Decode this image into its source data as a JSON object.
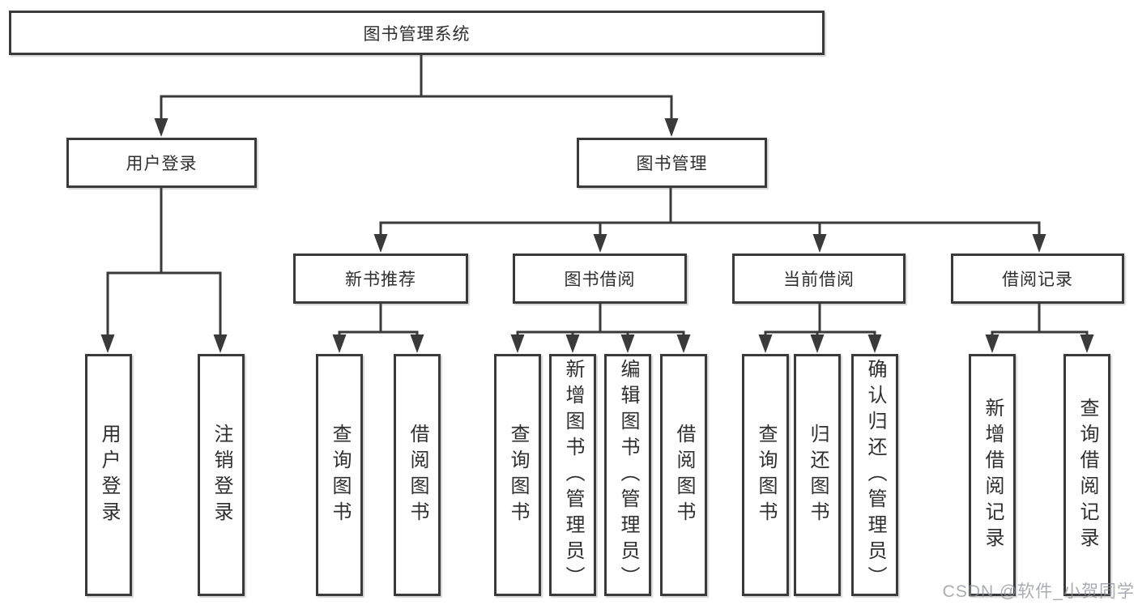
{
  "nodes": {
    "root": "图书管理系统",
    "user_login": "用户登录",
    "book_management": "图书管理",
    "new_book_recommend": "新书推荐",
    "book_borrow": "图书借阅",
    "current_borrow": "当前借阅",
    "borrow_records": "借阅记录"
  },
  "leaves": [
    "用户登录",
    "注销登录",
    "查询图书",
    "借阅图书",
    "查询图书",
    "新增图书（管理员）",
    "编辑图书（管理员）",
    "借阅图书",
    "查询图书",
    "归还图书",
    "确认归还（管理员）",
    "新增借阅记录",
    "查询借阅记录"
  ],
  "watermark": "CSDN @软件_小贺同学",
  "colors": {
    "line": "#3a3a3a",
    "text": "#2f2f2f",
    "background": "#ffffff",
    "watermark": "#8e909a"
  }
}
